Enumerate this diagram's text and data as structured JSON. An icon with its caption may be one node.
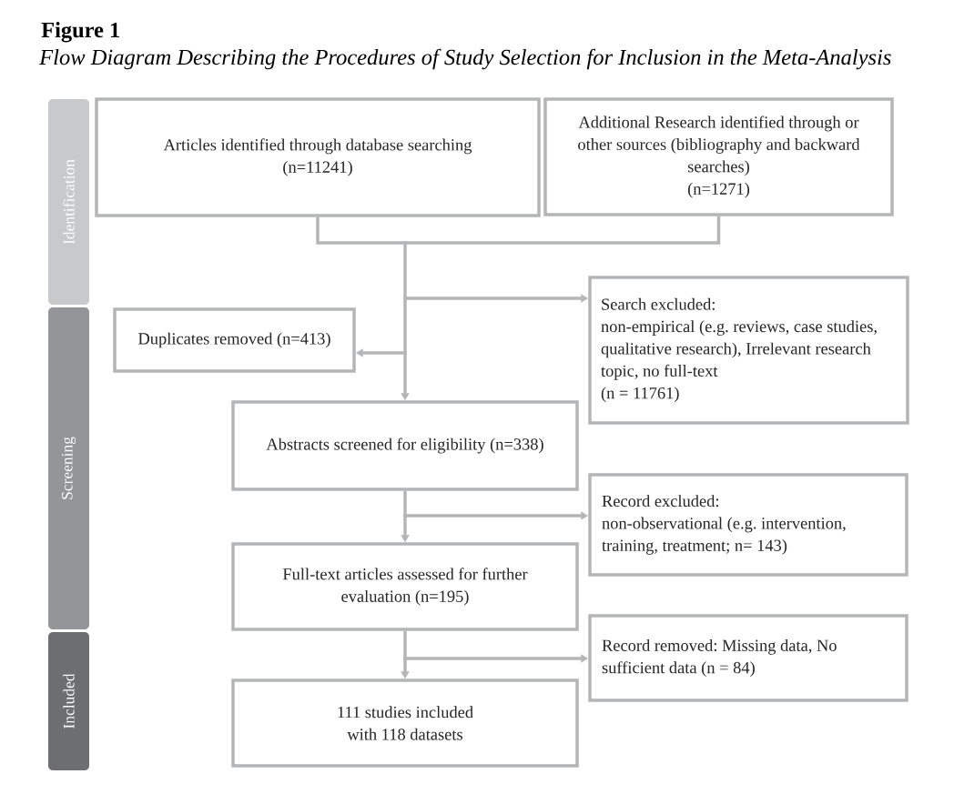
{
  "diagram": {
    "title": "Figure 1",
    "caption": "Flow Diagram Describing the Procedures of Study Selection for Inclusion in the Meta-Analysis",
    "nodes": [
      {
        "text": [
          "Identification"
        ]
      },
      {
        "text": [
          "Screening"
        ]
      },
      {
        "text": [
          "Included"
        ]
      },
      {
        "text": [
          "Articles identified through database searching",
          "(n=11241)"
        ]
      },
      {
        "text": [
          "Additional Research identified through or other sources (bibliography and backward searches)",
          "(n=1271)"
        ]
      },
      {
        "text": [
          "Search excluded:",
          "non-empirical (e.g. reviews, case studies, qualitative research), Irrelevant research topic, no full-text",
          "(n = 11761)"
        ]
      },
      {
        "text": [
          "Duplicates removed (n=413)"
        ]
      },
      {
        "text": [
          "Abstracts screened for eligibility (n=338)"
        ]
      },
      {
        "text": [
          "Record excluded:",
          "non-observational (e.g. intervention, training, treatment; n= 143)"
        ]
      },
      {
        "text": [
          "Full-text articles assessed for further evaluation (n=195)"
        ]
      },
      {
        "text": [
          "Record removed: Missing data, No sufficient data (n = 84)"
        ]
      },
      {
        "text": [
          "111 studies included with 118 datasets"
        ]
      }
    ],
    "edges": [
      {
        "from": 3,
        "to": 5,
        "arrow": "to"
      },
      {
        "from": 3,
        "to": 6,
        "arrow": "to"
      },
      {
        "from": 3,
        "to": 7,
        "arrow": "to"
      },
      {
        "from": 4,
        "to": 5,
        "arrow": "to"
      },
      {
        "from": 4,
        "to": 6,
        "arrow": "to"
      },
      {
        "from": 4,
        "to": 7,
        "arrow": "to"
      },
      {
        "from": 7,
        "to": 8,
        "arrow": "to"
      },
      {
        "from": 7,
        "to": 9,
        "arrow": "to"
      },
      {
        "from": 9,
        "to": 10,
        "arrow": "to"
      },
      {
        "from": 9,
        "to": 11,
        "arrow": "to"
      }
    ]
  }
}
